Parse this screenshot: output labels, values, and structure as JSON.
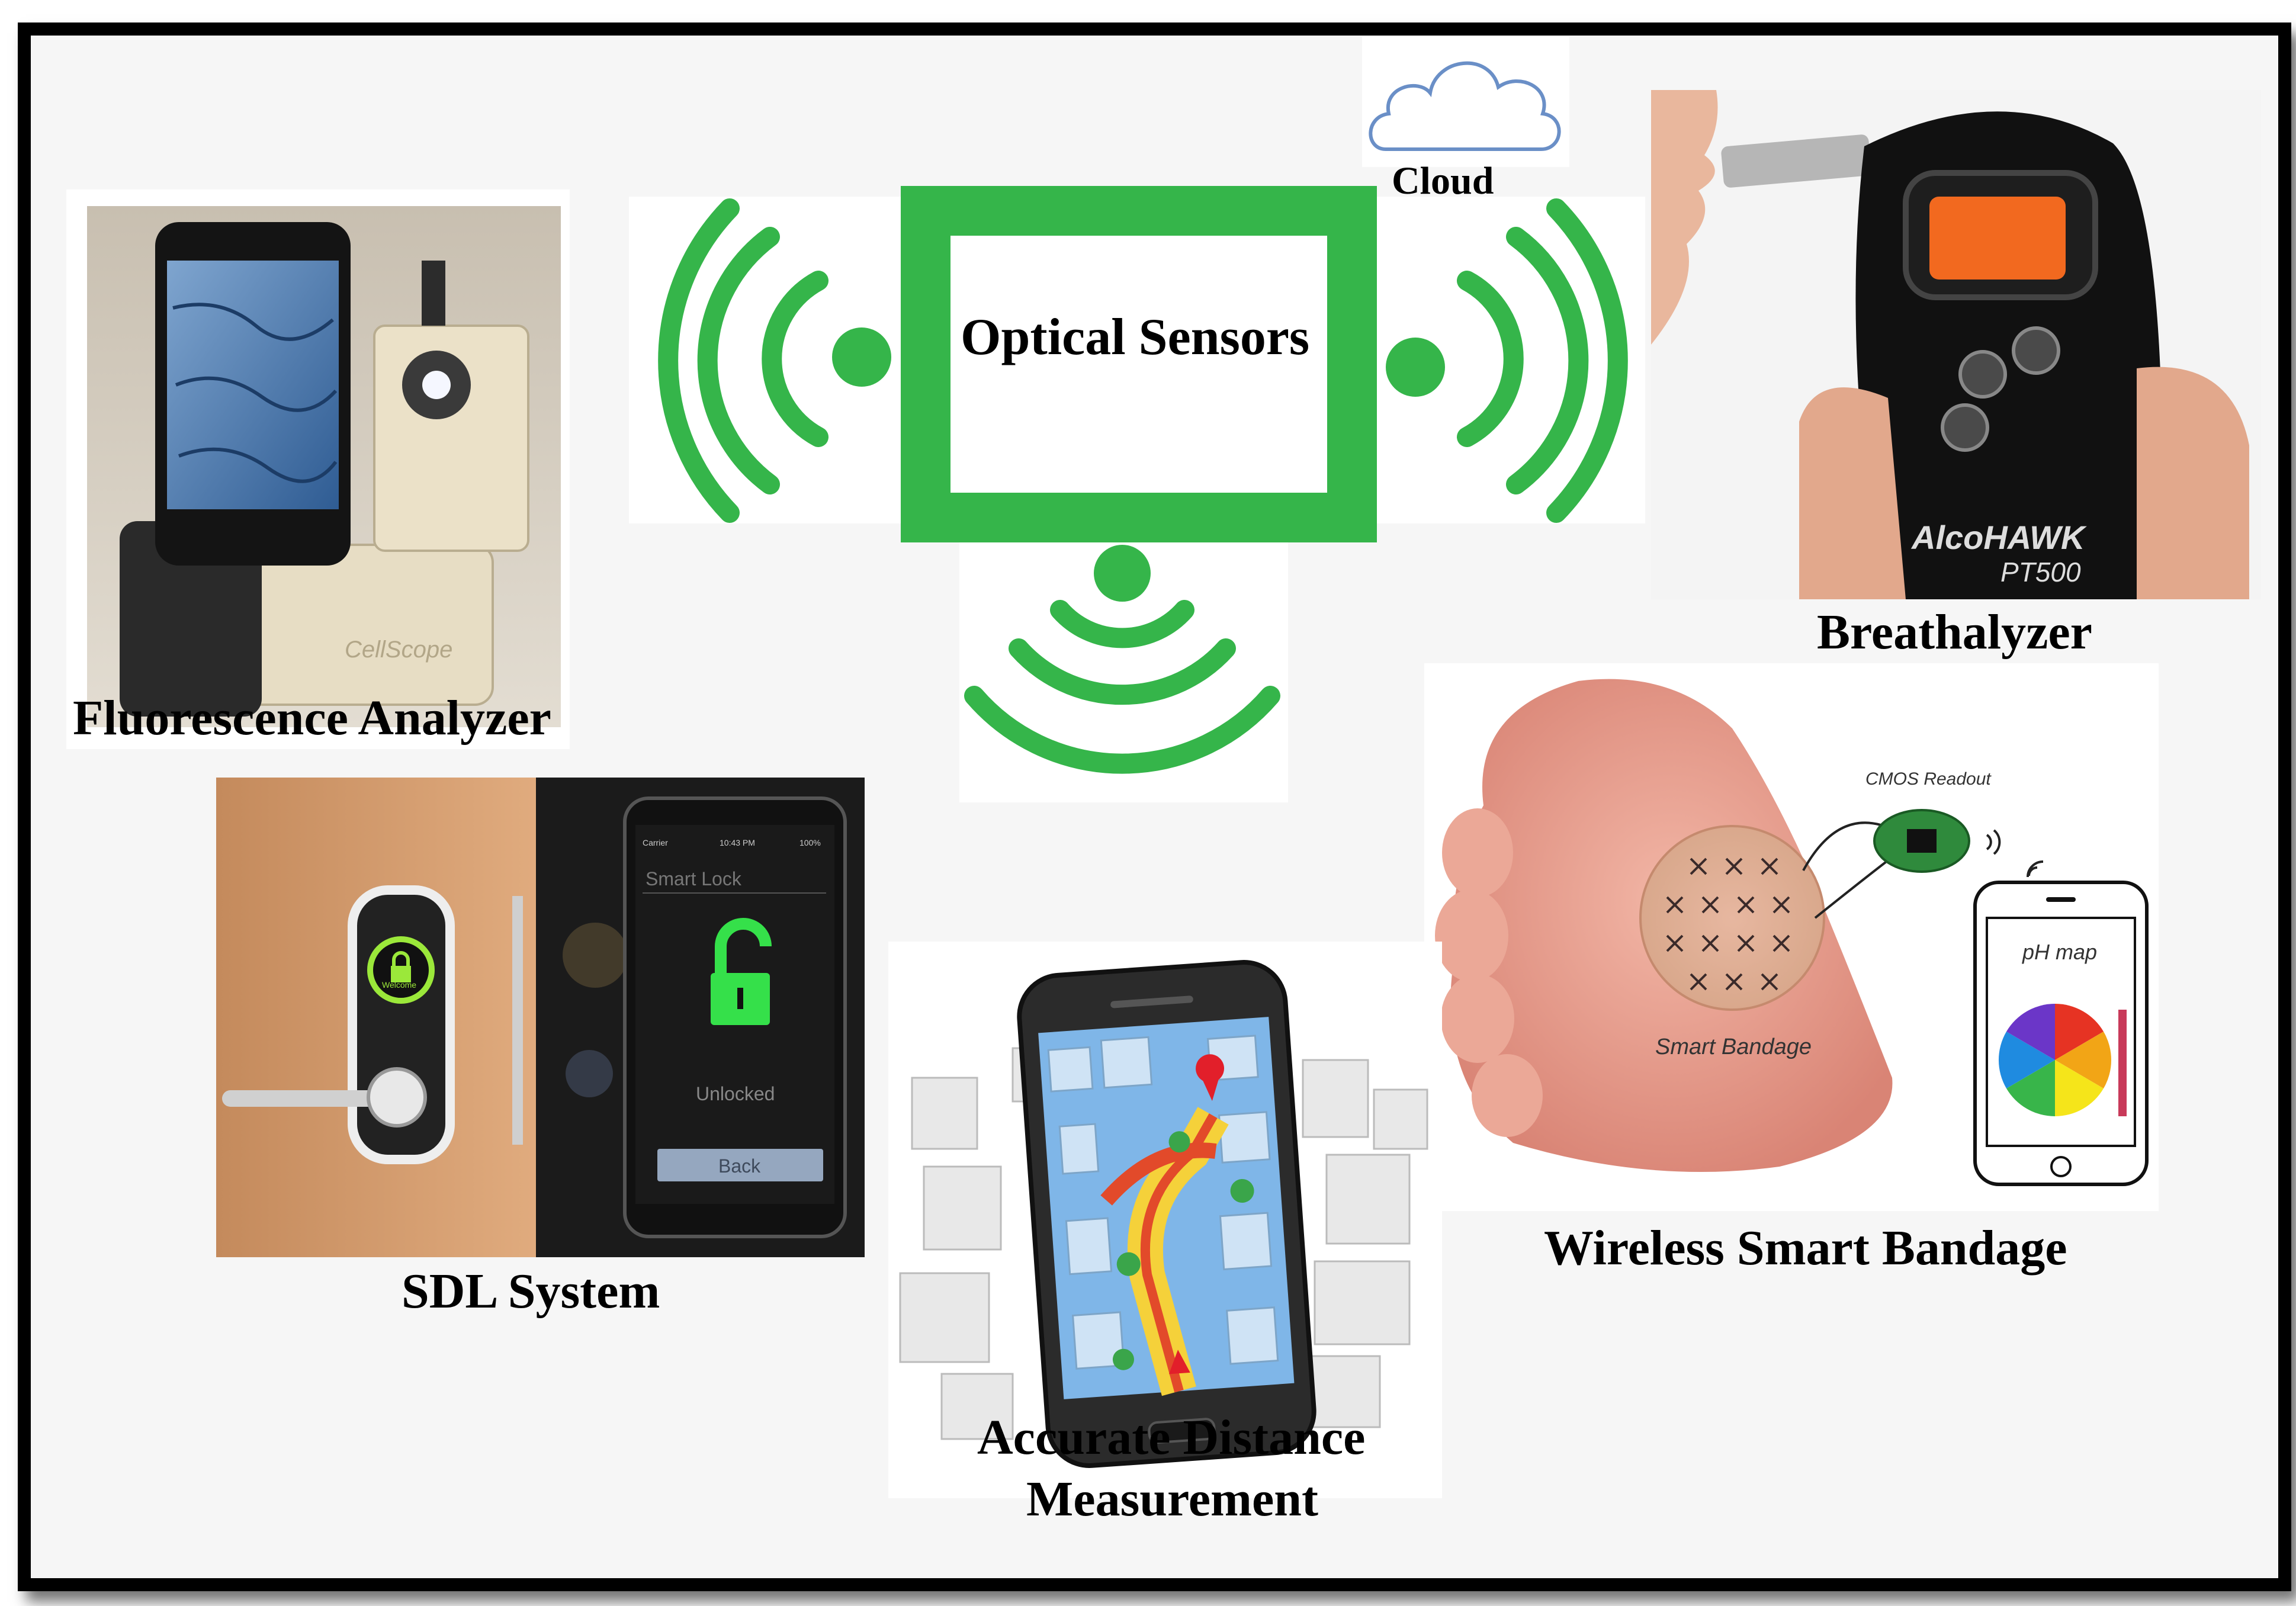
{
  "center": {
    "label": "Optical Sensors",
    "color": "#35b54a"
  },
  "cloud": {
    "label": "Cloud"
  },
  "fluorescence": {
    "label": "Fluorescence Analyzer",
    "brand": "CellScope"
  },
  "breathalyzer": {
    "label": "Breathalyzer",
    "brand": "AlcoHAWK",
    "model": "PT500"
  },
  "bandage": {
    "label": "Wireless Smart Bandage",
    "readout": "CMOS Readout",
    "patch": "Smart Bandage",
    "phmap": "pH map"
  },
  "sdl": {
    "label": "SDL System",
    "screen_title": "Smart Lock",
    "status": "Unlocked",
    "back": "Back",
    "welcome": "Welcome",
    "carrier": "Carrier",
    "time": "10:43 PM",
    "battery": "100%"
  },
  "distance": {
    "label_line1": "Accurate Distance",
    "label_line2": "Measurement"
  }
}
